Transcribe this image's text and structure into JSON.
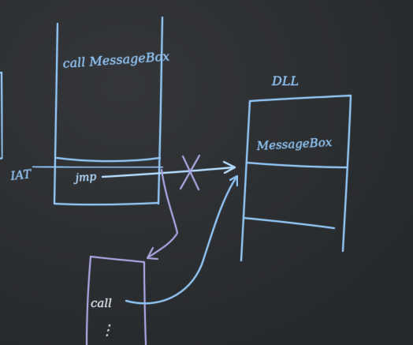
{
  "colors": {
    "background": "#2c2e31",
    "blue_chalk": "#8fc3f2",
    "bright_blue_chalk": "#b4dcff",
    "purple_chalk": "#a9a5e0",
    "white_chalk": "#d7dde8"
  },
  "labels": {
    "call_messagebox": "call  MessageBox",
    "dll": "DLL",
    "dll_messagebox": "MessageBox",
    "iat": "IAT",
    "jmp": "jmp",
    "call": "call",
    "dots": "⋮"
  }
}
